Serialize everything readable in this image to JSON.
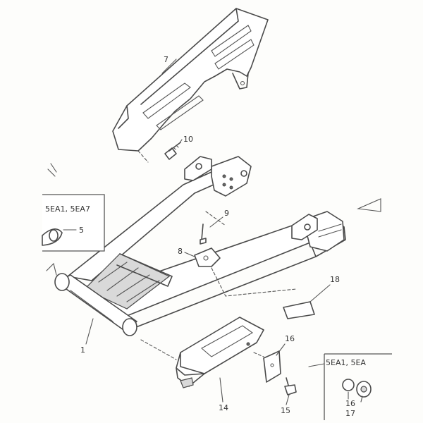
{
  "callouts": {
    "c1": "1",
    "c5": "5",
    "c7": "7",
    "c8": "8",
    "c9": "9",
    "c10": "10",
    "c14": "14",
    "c15": "15",
    "c16": "16",
    "c16b": "16",
    "c17": "17",
    "c18": "18"
  },
  "variant_labels": {
    "left": "5EA1, 5EA7",
    "right": "5EA1, 5EA"
  }
}
